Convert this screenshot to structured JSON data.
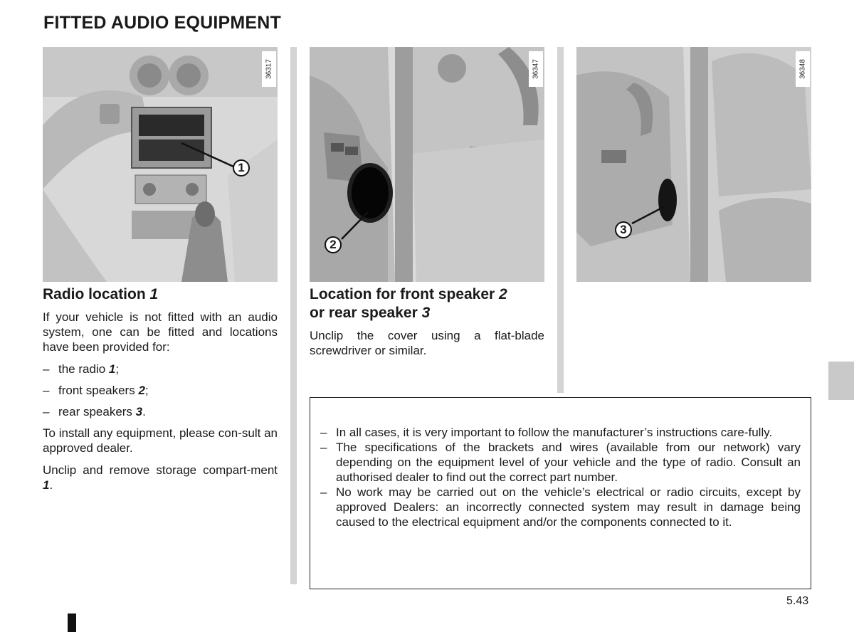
{
  "page": {
    "title": "FITTED AUDIO EQUIPMENT",
    "page_number": "5.43"
  },
  "figures": [
    {
      "code": "36317",
      "callout": "1"
    },
    {
      "code": "36347",
      "callout": "2"
    },
    {
      "code": "36348",
      "callout": "3"
    }
  ],
  "radio_section": {
    "heading": "Radio location ",
    "heading_ref": "1",
    "intro": "If your vehicle is not fitted with an audio system, one can be fitted and locations have been provided for:",
    "items": [
      {
        "dash": "–",
        "text": "the radio ",
        "ref": "1",
        "end": ";"
      },
      {
        "dash": "–",
        "text": "front speakers ",
        "ref": "2",
        "end": ";"
      },
      {
        "dash": "–",
        "text": "rear speakers ",
        "ref": "3",
        "end": "."
      }
    ],
    "install_text": "To install any equipment, please con-sult an approved dealer.",
    "unclip_text": "Unclip and remove storage compart-ment ",
    "unclip_ref": "1",
    "unclip_end": "."
  },
  "speaker_section": {
    "heading_part1": "Location for front speaker ",
    "heading_ref1": "2",
    "heading_part2": "or rear speaker ",
    "heading_ref2": "3",
    "body": "Unclip the cover using a flat-blade screwdriver or similar."
  },
  "notice": {
    "items": [
      {
        "dash": "–",
        "text": "In all cases, it is very important to follow the manufacturer’s instructions care-fully."
      },
      {
        "dash": "–",
        "text": "The specifications of the brackets and wires (available from our network) vary depending on the equipment level of your vehicle and the type of radio. Consult an authorised dealer to find out the correct part number."
      },
      {
        "dash": "–",
        "text": "No work may be carried out on the vehicle’s electrical or radio circuits, except by approved Dealers: an incorrectly connected system may result in damage being caused to the electrical equipment and/or the components connected to it."
      }
    ]
  }
}
